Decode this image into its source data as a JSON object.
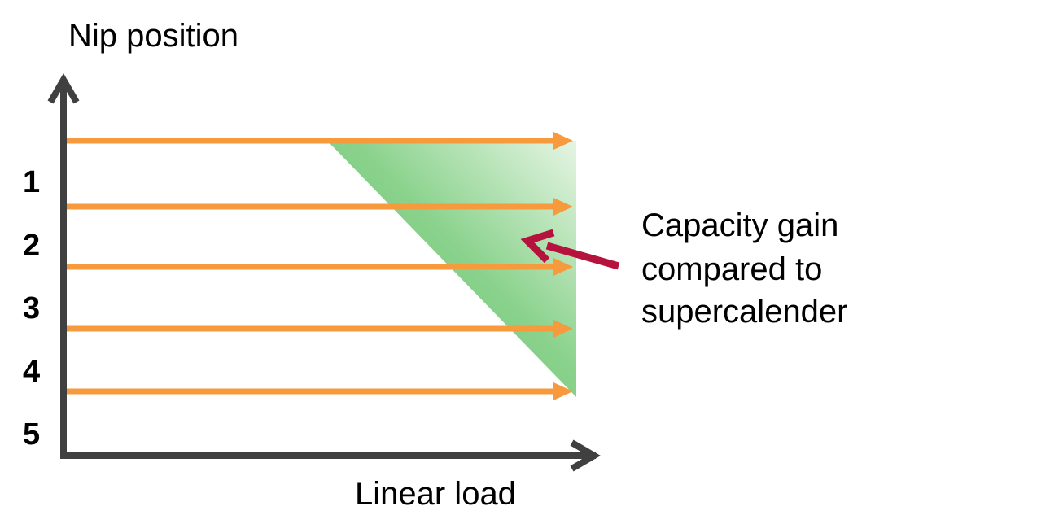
{
  "y_axis_label": "Nip position",
  "x_axis_label": "Linear load",
  "nip_labels": [
    "1",
    "2",
    "3",
    "4",
    "5"
  ],
  "annotation": {
    "lines": [
      "Capacity gain",
      "compared to",
      "supercalender"
    ]
  },
  "colors": {
    "axis": "#404040",
    "load_arrow": "#F79A3E",
    "gain_region": "#7FCF83",
    "annotation_arrow": "#B5123E"
  }
}
